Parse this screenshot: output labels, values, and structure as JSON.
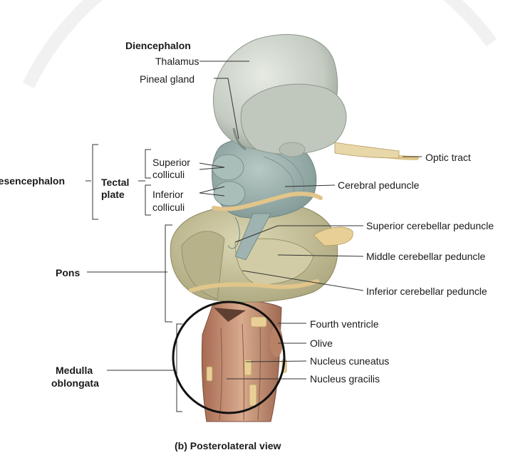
{
  "labels": {
    "diencephalon": "Diencephalon",
    "thalamus": "Thalamus",
    "pineal_gland": "Pineal gland",
    "optic_tract": "Optic tract",
    "mesencephalon": "Mesencephalon",
    "tectal_plate_line1": "Tectal",
    "tectal_plate_line2": "plate",
    "superior_colliculi_line1": "Superior",
    "superior_colliculi_line2": "colliculi",
    "inferior_colliculi_line1": "Inferior",
    "inferior_colliculi_line2": "colliculi",
    "cerebral_peduncle": "Cerebral peduncle",
    "superior_cerebellar_peduncle": "Superior cerebellar peduncle",
    "middle_cerebellar_peduncle": "Middle cerebellar peduncle",
    "inferior_cerebellar_peduncle": "Inferior cerebellar peduncle",
    "pons": "Pons",
    "fourth_ventricle": "Fourth ventricle",
    "olive": "Olive",
    "nucleus_cuneatus": "Nucleus cuneatus",
    "nucleus_gracilis": "Nucleus gracilis",
    "medulla_line1": "Medulla",
    "medulla_line2": "oblongata",
    "caption": "(b) Posterolateral view"
  },
  "colors": {
    "thalamus": "#c9cfc6",
    "colliculi": "#9fb3b0",
    "pons": "#c6c19a",
    "medulla": "#c9957a",
    "nerve": "#e8cf96",
    "highlight_circle": "#111111"
  }
}
